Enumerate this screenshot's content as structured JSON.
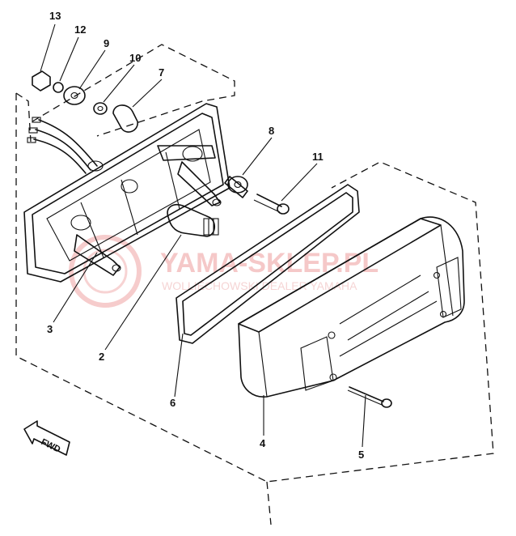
{
  "callouts": [
    {
      "id": "13",
      "label": "13"
    },
    {
      "id": "12",
      "label": "12"
    },
    {
      "id": "9",
      "label": "9"
    },
    {
      "id": "10",
      "label": "10"
    },
    {
      "id": "7",
      "label": "7"
    },
    {
      "id": "8",
      "label": "8"
    },
    {
      "id": "11",
      "label": "11"
    },
    {
      "id": "3",
      "label": "3"
    },
    {
      "id": "2",
      "label": "2"
    },
    {
      "id": "6",
      "label": "6"
    },
    {
      "id": "4",
      "label": "4"
    },
    {
      "id": "5",
      "label": "5"
    }
  ],
  "direction_marker": {
    "label": "FWD"
  },
  "watermark": {
    "brand": "YAMA-SKLEP.PL",
    "subtitle": "WOLLIECHOWSKI DEALER YAMAHA"
  },
  "colors": {
    "ink": "#111111",
    "watermark": "#f2b6b6"
  }
}
